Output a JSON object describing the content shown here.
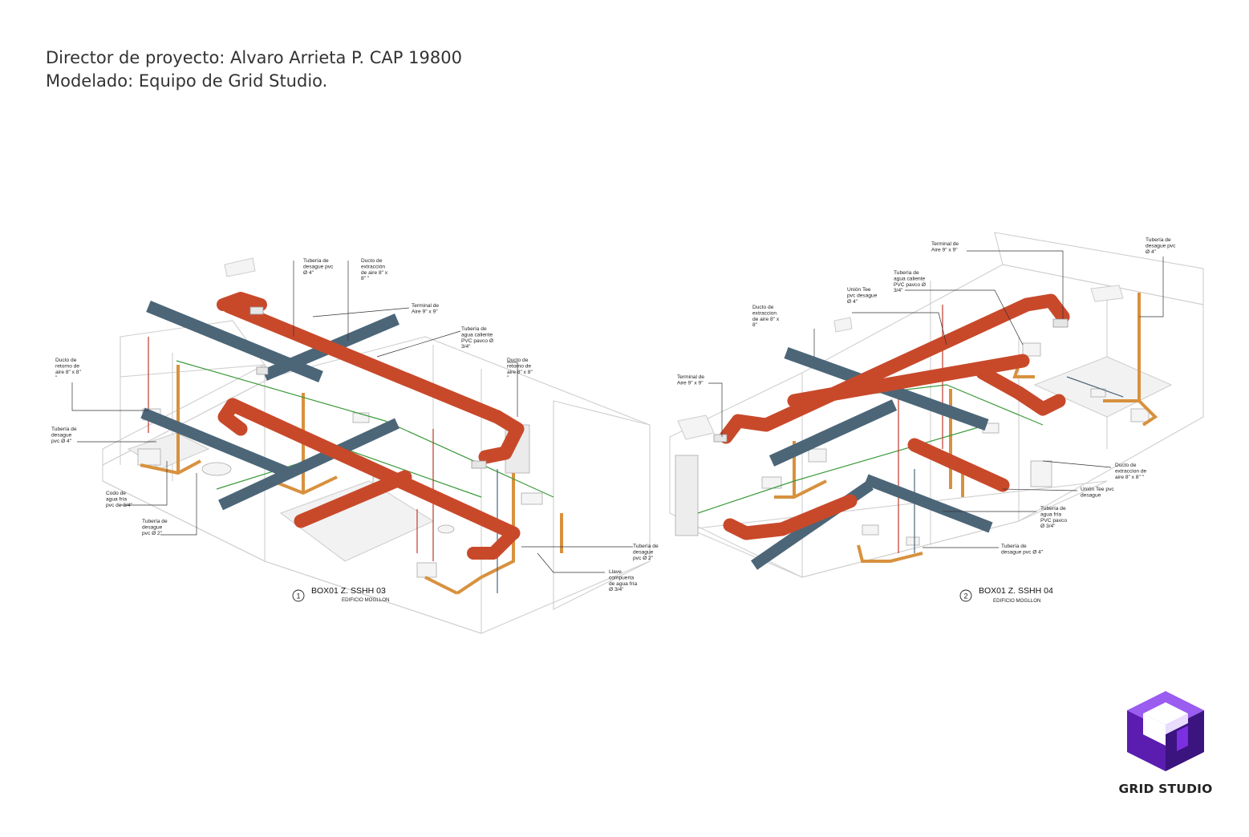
{
  "credits": {
    "director": "Director de proyecto: Alvaro Arrieta P. CAP 19800",
    "modeling": "Modelado: Equipo de Grid Studio."
  },
  "brand": {
    "name": "GRID STUDIO",
    "logo_colors": [
      "#7b2fe0",
      "#5a1db0",
      "#3c1480",
      "#9b5cf0"
    ]
  },
  "colors": {
    "air_duct_supply": "#c8492a",
    "air_duct_return": "#4c6678",
    "drain_pipe": "#d8913e",
    "cold_water": "#3c9a3c",
    "hot_water": "#c0392b",
    "walls": "#cfcfcf"
  },
  "views": [
    {
      "number": "1",
      "title": "BOX01 Z. SSHH 03",
      "subtitle": "EDIFICIO MOGLLON",
      "labels": [
        [
          "Tubería de",
          "desague pvc",
          "Ø 4\""
        ],
        [
          "Ducto de",
          "extracción",
          "de aire  8\" x",
          "8\" \""
        ],
        [
          "Terminal de",
          "Aire 9\" x 9\""
        ],
        [
          "Tubería de",
          "agua caliente",
          "PVC pavco Ø",
          "3/4\""
        ],
        [
          "Ducto de",
          "retorno de",
          "aire  8\" x 8\"",
          "\""
        ],
        [
          "Ducto de",
          "retorno de",
          "aire  8\" x 8\"",
          "\""
        ],
        [
          "Tubería de",
          "desague",
          "pvc Ø 4\""
        ],
        [
          "Codo de",
          "agua fría",
          "pvc de 3/4\""
        ],
        [
          "Tubería de",
          "desague",
          "pvc Ø 2\""
        ],
        [
          "Tubería de",
          "desague",
          "pvc Ø 2\""
        ],
        [
          "Llave",
          "compuerta",
          "de agua fría",
          "Ø 3/4\""
        ]
      ]
    },
    {
      "number": "2",
      "title": "BOX01 Z. SSHH 04",
      "subtitle": "EDIFICIO MOGLLON",
      "labels": [
        [
          "Terminal de",
          "Aire 9\" x 9\""
        ],
        [
          "Tubería de",
          "desague pvc",
          "Ø 4\""
        ],
        [
          "Tubería de",
          "agua caliente",
          "PVC pavco Ø",
          "3/4\""
        ],
        [
          "Unión Tee",
          "pvc desague",
          "Ø 4\""
        ],
        [
          "Ducto de",
          "extraccion",
          "de aire  8\" x",
          "8\""
        ],
        [
          "Terminal de",
          "Aire 9\" x 9\""
        ],
        [
          "Ducto de",
          "extraccion de",
          "aire  8\" x 8\" \""
        ],
        [
          "Unión Tee pvc",
          "desague"
        ],
        [
          "Tubería de",
          "agua fría",
          "PVC pavco",
          "Ø 3/4\""
        ],
        [
          "Tubería de",
          "desague pvc Ø 4\""
        ]
      ]
    }
  ]
}
